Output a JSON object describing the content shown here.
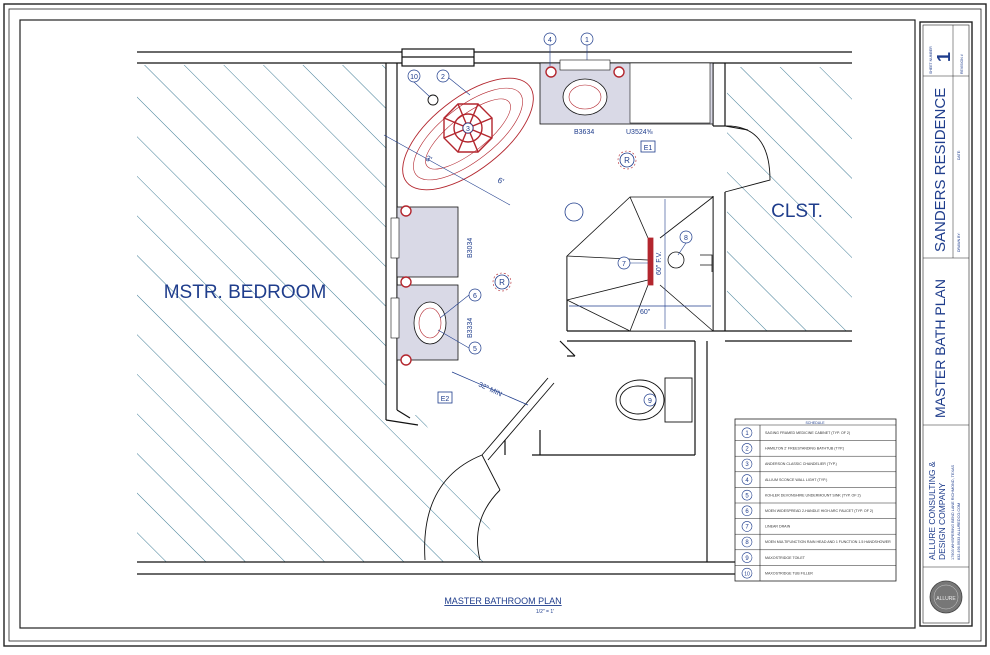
{
  "rooms": {
    "bedroom": "MSTR. BEDROOM",
    "closet": "CLST."
  },
  "plan_title": "MASTER BATHROOM PLAN",
  "plan_scale": "1/2\" = 1'",
  "dimensions": {
    "tub_length": "6'",
    "tub_width": "3'",
    "shower_width": "60\"",
    "shower_height": "60\" F.V.",
    "clearance": "32\" MIN"
  },
  "cabinet_labels": {
    "top_vanity": "B3634",
    "upper_cabinet": "U3524⅝",
    "left_cabinet_1": "B3034",
    "left_cabinet_2": "B3334"
  },
  "tags": {
    "e1": "E1",
    "e2": "E2",
    "r": "R"
  },
  "legend": {
    "title": "SCHEDULE",
    "items": [
      {
        "num": "1",
        "text": "SAGING FRAMED MEDICINE CABINET (TYP. OF 2)"
      },
      {
        "num": "2",
        "text": "HAMILTON 2' FREESTANDING BATHTUB (TYP.)"
      },
      {
        "num": "3",
        "text": "ANDERSON CLASSIC CHANDELIER (TYP.)"
      },
      {
        "num": "4",
        "text": "ALLIUM SCONCE WALL LIGHT (TYP.)"
      },
      {
        "num": "5",
        "text": "KOHLER DEVONSHIRE UNDERMOUNT SINK (TYP. OF 2)"
      },
      {
        "num": "6",
        "text": "MOEN WIDESPREAD 2-HANDLE HIGH ARC FAUCET (TYP. OF 2)"
      },
      {
        "num": "7",
        "text": "LINEAR DRAIN"
      },
      {
        "num": "8",
        "text": "MOEN MULTIFUNCTION RAIN HEAD AND 1 FUNCTION 1.5 HANDSHOWER"
      },
      {
        "num": "9",
        "text": "MAXOSTRIDGE TOILET"
      },
      {
        "num": "10",
        "text": "MAXOSTRIDGE TUB FILLER"
      }
    ]
  },
  "title_block": {
    "sheet_number_label": "SHEET NUMBER",
    "sheet_number": "1",
    "revision_label": "REVISION #",
    "project": "SANDERS RESIDENCE",
    "drawn_by_label": "DRAWN BY:",
    "date_label": "DATE:",
    "sheet_title": "MASTER BATH PLAN",
    "company_line1": "ALLURE CONSULTING &",
    "company_line2": "DESIGN COMPANY",
    "address": "17903 WHISPERING BEND LANE   RICHMOND, TEXAS",
    "contact": "832.496.9933   ALLUREDCO.COM",
    "logo_text": "ALLURE"
  },
  "colors": {
    "line": "#111111",
    "hatch": "#2b6e8a",
    "blue_text": "#1f3d8c",
    "fixture": "#d9d9e6",
    "red": "#b3262e"
  }
}
